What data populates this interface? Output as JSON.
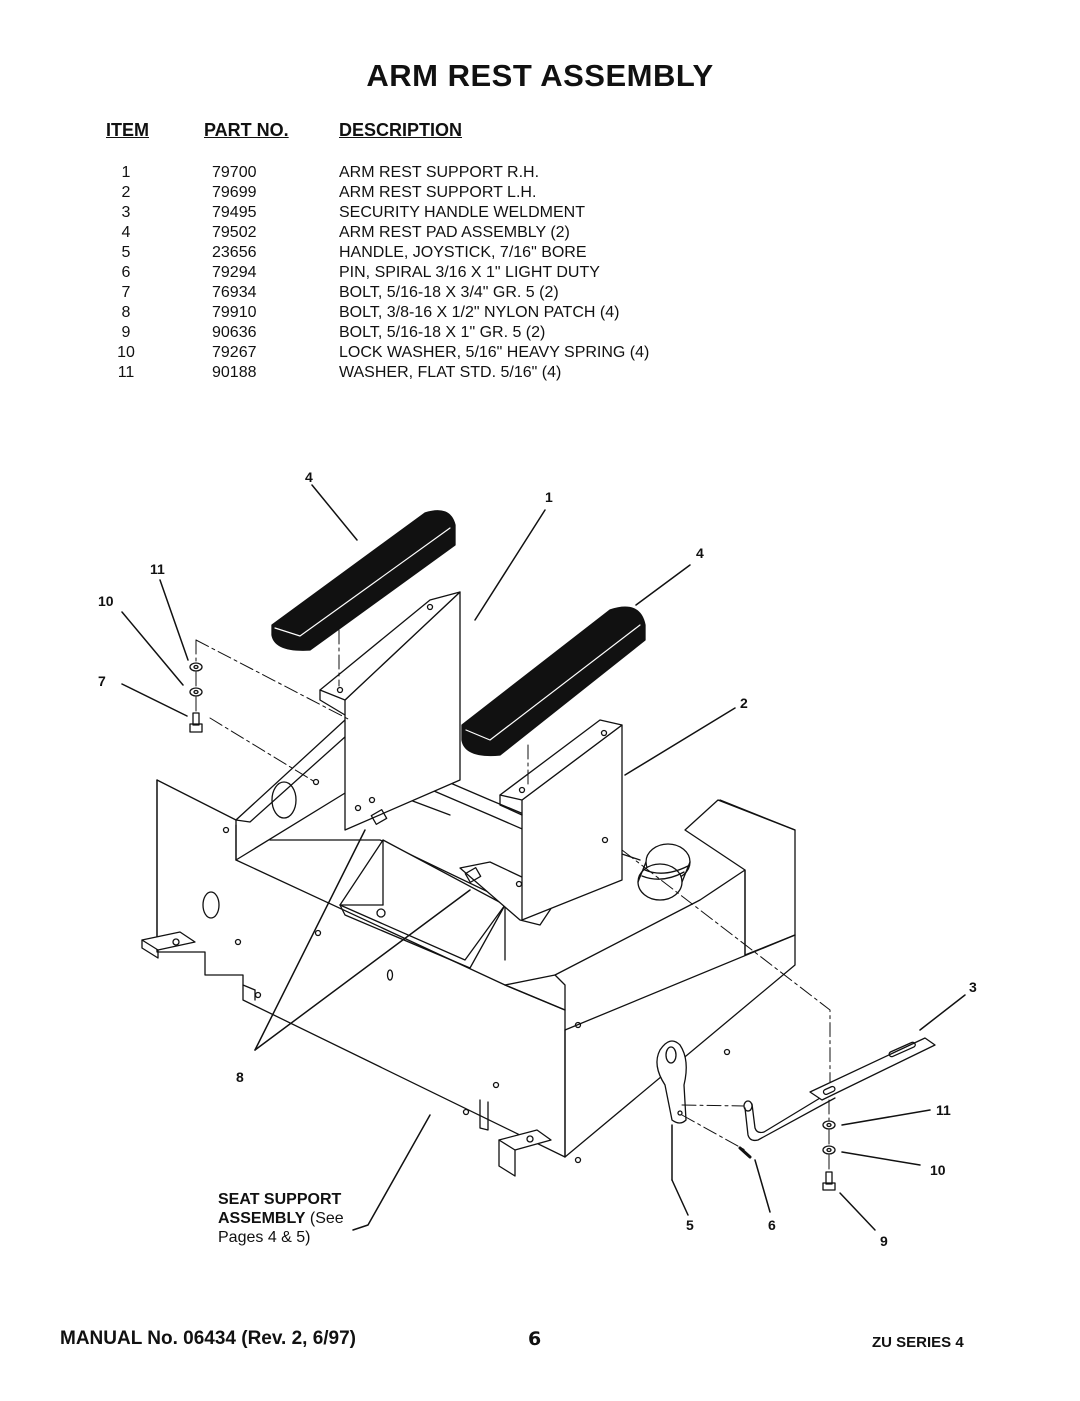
{
  "title": "ARM REST ASSEMBLY",
  "table": {
    "headers": {
      "item": "ITEM",
      "part_no": "PART NO.",
      "description": "DESCRIPTION"
    },
    "rows": [
      {
        "item": "1",
        "part_no": "79700",
        "description": "ARM REST SUPPORT R.H."
      },
      {
        "item": "2",
        "part_no": "79699",
        "description": "ARM REST SUPPORT L.H."
      },
      {
        "item": "3",
        "part_no": "79495",
        "description": "SECURITY HANDLE WELDMENT"
      },
      {
        "item": "4",
        "part_no": "79502",
        "description": "ARM REST PAD ASSEMBLY  (2)"
      },
      {
        "item": "5",
        "part_no": "23656",
        "description": "HANDLE, JOYSTICK, 7/16\" BORE"
      },
      {
        "item": "6",
        "part_no": "79294",
        "description": "PIN, SPIRAL 3/16 X 1\" LIGHT DUTY"
      },
      {
        "item": "7",
        "part_no": "76934",
        "description": "BOLT, 5/16-18 X 3/4\" GR. 5  (2)"
      },
      {
        "item": "8",
        "part_no": "79910",
        "description": "BOLT, 3/8-16 X 1/2\" NYLON PATCH  (4)"
      },
      {
        "item": "9",
        "part_no": "90636",
        "description": "BOLT, 5/16-18 X 1\" GR. 5  (2)"
      },
      {
        "item": "10",
        "part_no": "79267",
        "description": "LOCK WASHER, 5/16\" HEAVY SPRING  (4)"
      },
      {
        "item": "11",
        "part_no": "90188",
        "description": "WASHER, FLAT STD. 5/16\"  (4)"
      }
    ]
  },
  "diagram": {
    "callouts": [
      "4",
      "1",
      "4",
      "11",
      "10",
      "7",
      "2",
      "3",
      "8",
      "11",
      "10",
      "5",
      "6",
      "9"
    ],
    "seat_support_label": {
      "line1": "SEAT SUPPORT",
      "line2_bold": "ASSEMBLY",
      "line2_rest": " (See",
      "line3": "Pages 4 & 5)"
    }
  },
  "footer": {
    "manual": "MANUAL No. 06434 (Rev. 2, 6/97)",
    "page": "6",
    "series": "ZU SERIES 4"
  }
}
